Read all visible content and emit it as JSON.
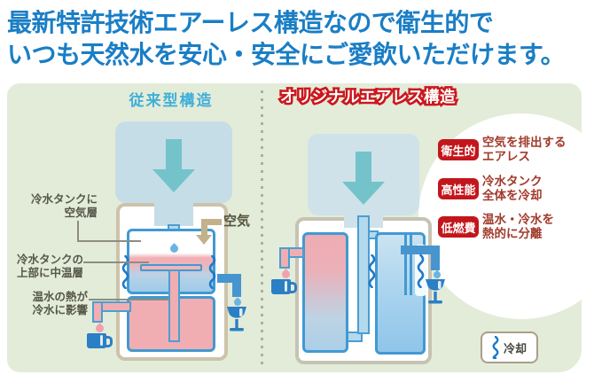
{
  "header": {
    "line1": "最新特許技術エアーレス構造なので衛生的で",
    "line2": "いつも天然水を安心・安全にご愛飲いただけます。"
  },
  "comparison": {
    "conventional": {
      "title": "従来型構造",
      "callouts": [
        {
          "line1": "冷水タンクに",
          "line2": "空気層"
        },
        {
          "line1": "冷水タンクの",
          "line2": "上部に中温層"
        },
        {
          "line1": "温水の熱が",
          "line2": "冷水に影響"
        }
      ],
      "air_label": "空気"
    },
    "airless": {
      "title": "オリジナルエアレス構造",
      "features": [
        {
          "badge": "衛生的",
          "line1": "空気を排出する",
          "line2": "エアレス"
        },
        {
          "badge": "高性能",
          "line1": "冷水タンク",
          "line2": "全体を冷却"
        },
        {
          "badge": "低燃費",
          "line1": "温水・冷水を",
          "line2": "熱的に分離"
        }
      ],
      "legend_label": "冷却"
    }
  },
  "colors": {
    "headline_blue": "#1a7ec5",
    "panel_green": "#e3ecd9",
    "section_title_blue": "#41afd8",
    "accent_red": "#c3161c",
    "tank_outline_blue": "#4199d2",
    "hot_pink": "#f0aeb3",
    "cold_blue": "#8fc5ea",
    "air_arrow_tan": "#c2b18a"
  }
}
